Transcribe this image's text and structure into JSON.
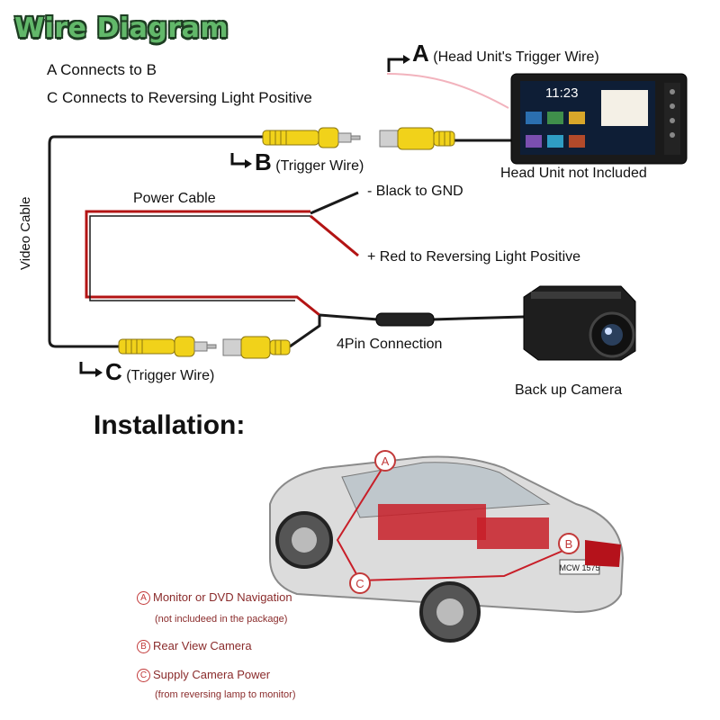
{
  "title": "Wire Diagram",
  "notes": [
    "A Connects to B",
    "C Connects to Reversing Light Positive"
  ],
  "labels": {
    "a_letter": "A",
    "a_text": "(Head Unit's Trigger Wire)",
    "b_letter": "B",
    "b_text": "(Trigger Wire)",
    "c_letter": "C",
    "c_text": "(Trigger Wire)",
    "head_unit": "Head Unit not Included",
    "head_unit_time": "11:23",
    "video_cable": "Video Cable",
    "power_cable": "Power Cable",
    "black_gnd": "- Black to GND",
    "red_positive": "+ Red to Reversing Light Positive",
    "four_pin": "4Pin Connection",
    "camera": "Back up Camera"
  },
  "installation": {
    "title": "Installation:",
    "legend": [
      {
        "letter": "A",
        "text": "Monitor or DVD Navigation",
        "sub": "(not includeed in the package)"
      },
      {
        "letter": "B",
        "text": "Rear View Camera",
        "sub": ""
      },
      {
        "letter": "C",
        "text": "Supply Camera Power",
        "sub": "(from reversing lamp to monitor)"
      }
    ],
    "car_markers": [
      "A",
      "B",
      "C"
    ],
    "plate": "MCW 1575"
  },
  "colors": {
    "title_fill": "#62b86a",
    "wire_black": "#1a1a1a",
    "wire_red": "#b31414",
    "rca_yellow": "#f1d21a",
    "legend_red": "#c23a3a"
  }
}
